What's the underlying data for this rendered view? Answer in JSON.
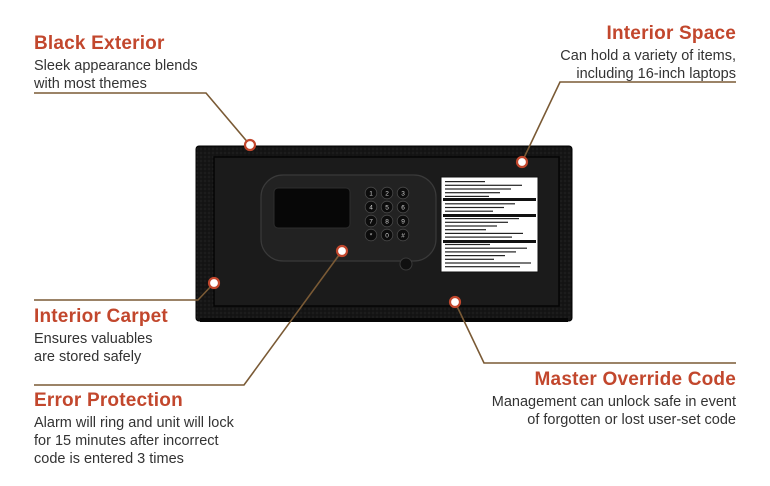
{
  "accent_color": "#c2472d",
  "line_color": "#7a5a35",
  "features": {
    "black_exterior": {
      "title": "Black Exterior",
      "description": "Sleek appearance blends\nwith most themes"
    },
    "interior_space": {
      "title": "Interior Space",
      "description": "Can hold a variety of items,\nincluding 16-inch laptops"
    },
    "interior_carpet": {
      "title": "Interior Carpet",
      "description": "Ensures valuables\nare stored safely"
    },
    "error_protection": {
      "title": "Error Protection",
      "description": "Alarm will ring and unit will lock\nfor 15 minutes after incorrect\ncode is entered 3 times"
    },
    "master_override": {
      "title": "Master Override Code",
      "description": "Management can unlock safe in event\nof forgotten or lost user-set code"
    }
  },
  "keypad_keys": [
    "1",
    "2",
    "3",
    "4",
    "5",
    "6",
    "7",
    "8",
    "9",
    "*",
    "0",
    "#"
  ]
}
